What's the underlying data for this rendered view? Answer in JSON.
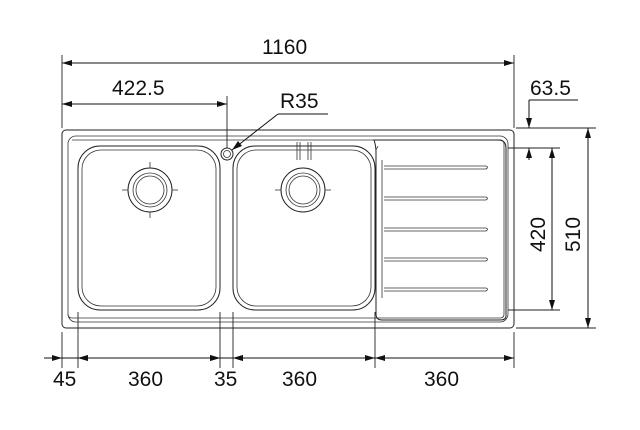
{
  "drawing": {
    "colors": {
      "stroke": "#222222",
      "background": "#ffffff"
    },
    "dimensions": {
      "overall_width": "1160",
      "first_bowl_offset": "422.5",
      "corner_radius": "R35",
      "drainer_offset": "63.5",
      "inner_depth": "420",
      "overall_depth": "510",
      "left_edge": "45",
      "bowl_1_width": "360",
      "bowl_gap": "35",
      "bowl_2_width": "360",
      "drainer_width": "360"
    }
  }
}
